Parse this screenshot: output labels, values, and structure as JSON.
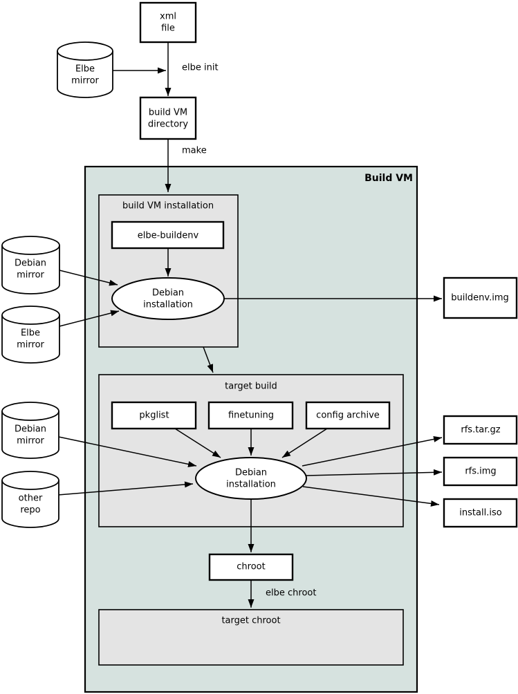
{
  "groups": {
    "build_vm": {
      "label": "Build VM"
    },
    "build_vm_installation": {
      "label": "build VM installation"
    },
    "target_build": {
      "label": "target build"
    },
    "target_chroot": {
      "label": "target chroot"
    }
  },
  "nodes": {
    "xml_file": {
      "line1": "xml",
      "line2": "file"
    },
    "elbe_mirror_top": {
      "line1": "Elbe",
      "line2": "mirror"
    },
    "build_vm_directory": {
      "line1": "build VM",
      "line2": "directory"
    },
    "elbe_buildenv": {
      "label": "elbe-buildenv"
    },
    "debian_installation_vm": {
      "line1": "Debian",
      "line2": "installation"
    },
    "buildenv_img": {
      "label": "buildenv.img"
    },
    "debian_mirror_vm": {
      "line1": "Debian",
      "line2": "mirror"
    },
    "elbe_mirror_vm": {
      "line1": "Elbe",
      "line2": "mirror"
    },
    "pkglist": {
      "label": "pkglist"
    },
    "finetuning": {
      "label": "finetuning"
    },
    "config_archive": {
      "label": "config archive"
    },
    "debian_installation_target": {
      "line1": "Debian",
      "line2": "installation"
    },
    "debian_mirror_target": {
      "line1": "Debian",
      "line2": "mirror"
    },
    "other_repo": {
      "line1": "other",
      "line2": "repo"
    },
    "rfs_tar_gz": {
      "label": "rfs.tar.gz"
    },
    "rfs_img": {
      "label": "rfs.img"
    },
    "install_iso": {
      "label": "install.iso"
    },
    "chroot": {
      "label": "chroot"
    }
  },
  "edge_labels": {
    "elbe_init": "elbe init",
    "make": "make",
    "elbe_chroot": "elbe chroot"
  },
  "colors": {
    "vm_background": "#d6e2df",
    "group_background": "#e4e4e4",
    "node_background": "#ffffff",
    "line": "#000000"
  }
}
